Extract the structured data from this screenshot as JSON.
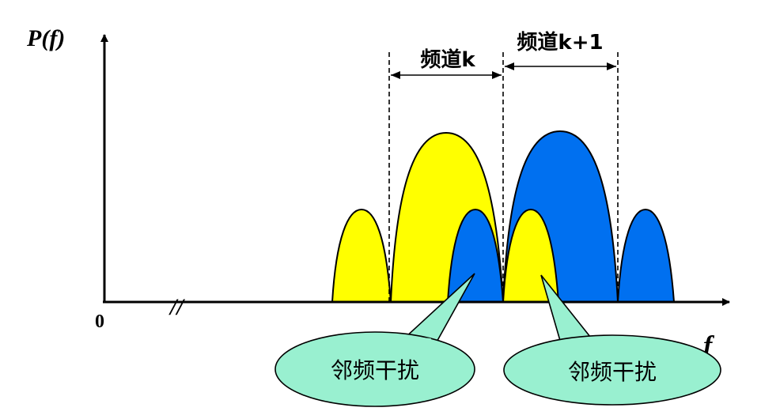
{
  "axes": {
    "y_label": "P(f)",
    "x_label": "f",
    "origin_label": "0",
    "break_mark": "//"
  },
  "channels": [
    {
      "label": "频道k",
      "color": "#ffff00"
    },
    {
      "label": "频道k+1",
      "color": "#0070f0"
    }
  ],
  "callouts": [
    {
      "text": "邻频干扰",
      "fill": "#99f0d0"
    },
    {
      "text": "邻频干扰",
      "fill": "#99f0d0"
    }
  ]
}
